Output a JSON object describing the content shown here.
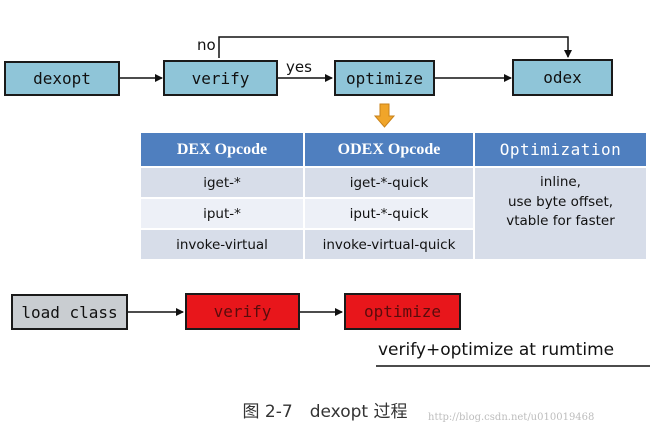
{
  "flow_top": {
    "nodes": [
      "dexopt",
      "verify",
      "optimize",
      "odex"
    ],
    "edge_no": "no",
    "edge_yes": "yes"
  },
  "table": {
    "headers": [
      "DEX Opcode",
      "ODEX Opcode",
      "Optimization"
    ],
    "rows": [
      [
        "iget-*",
        "iget-*-quick"
      ],
      [
        "iput-*",
        "iput-*-quick"
      ],
      [
        "invoke-virtual",
        "invoke-virtual-quick"
      ]
    ],
    "optimization_lines": [
      "inline,",
      "use byte offset,",
      "vtable for faster"
    ]
  },
  "flow_bottom": {
    "nodes": [
      "load class",
      "verify",
      "optimize"
    ],
    "note": "verify+optimize at rumtime"
  },
  "caption": "图 2-7　dexopt 过程",
  "watermark": "http://blog.csdn.net/u010019468",
  "colors": {
    "node_blue": "#8fc5d8",
    "node_red": "#e8161b",
    "node_gray": "#c9cdd1",
    "header_blue": "#4f7fbf",
    "arrow_orange": "#f0a52a"
  }
}
